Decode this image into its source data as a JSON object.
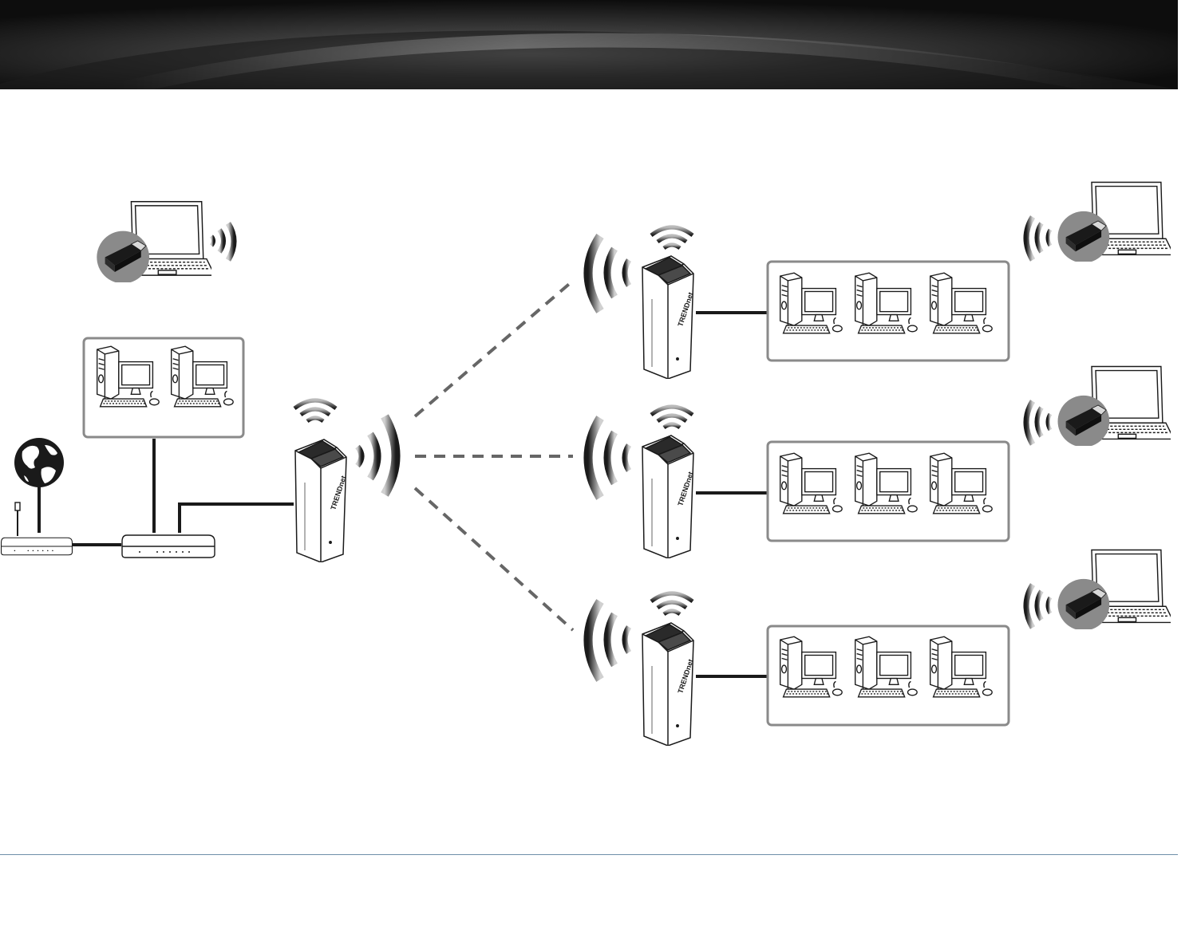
{
  "header": {
    "style": "dark-gradient-band"
  },
  "brand": {
    "logo_text": "TRENDnet"
  },
  "diagram": {
    "nodes": [
      {
        "id": "internet",
        "kind": "globe-icon"
      },
      {
        "id": "modem",
        "kind": "modem-with-antenna"
      },
      {
        "id": "router",
        "kind": "router"
      },
      {
        "id": "main-ap",
        "kind": "access-point-tower"
      },
      {
        "id": "left-wired-group",
        "kind": "computer-group",
        "count": 2
      },
      {
        "id": "left-wireless-laptop",
        "kind": "laptop-with-usb-adapter"
      },
      {
        "id": "bridge-1",
        "kind": "access-point-tower"
      },
      {
        "id": "bridge-2",
        "kind": "access-point-tower"
      },
      {
        "id": "bridge-3",
        "kind": "access-point-tower"
      },
      {
        "id": "bridge-1-group",
        "kind": "computer-group",
        "count": 3
      },
      {
        "id": "bridge-2-group",
        "kind": "computer-group",
        "count": 3
      },
      {
        "id": "bridge-3-group",
        "kind": "computer-group",
        "count": 3
      },
      {
        "id": "laptop-1",
        "kind": "laptop-with-usb-adapter"
      },
      {
        "id": "laptop-2",
        "kind": "laptop-with-usb-adapter"
      },
      {
        "id": "laptop-3",
        "kind": "laptop-with-usb-adapter"
      }
    ],
    "links": [
      {
        "from": "internet",
        "to": "modem",
        "type": "wired"
      },
      {
        "from": "modem",
        "to": "router",
        "type": "wired"
      },
      {
        "from": "router",
        "to": "left-wired-group",
        "type": "wired"
      },
      {
        "from": "router",
        "to": "main-ap",
        "type": "wired"
      },
      {
        "from": "main-ap",
        "to": "bridge-1",
        "type": "wireless-dashed"
      },
      {
        "from": "main-ap",
        "to": "bridge-2",
        "type": "wireless-dashed"
      },
      {
        "from": "main-ap",
        "to": "bridge-3",
        "type": "wireless-dashed"
      },
      {
        "from": "bridge-1",
        "to": "bridge-1-group",
        "type": "wired"
      },
      {
        "from": "bridge-2",
        "to": "bridge-2-group",
        "type": "wired"
      },
      {
        "from": "bridge-3",
        "to": "bridge-3-group",
        "type": "wired"
      }
    ]
  },
  "colors": {
    "line": "#1a1a1a",
    "group_border": "#8a8a8a",
    "dash": "#666666",
    "footer_rule": "#6e8fa8"
  }
}
